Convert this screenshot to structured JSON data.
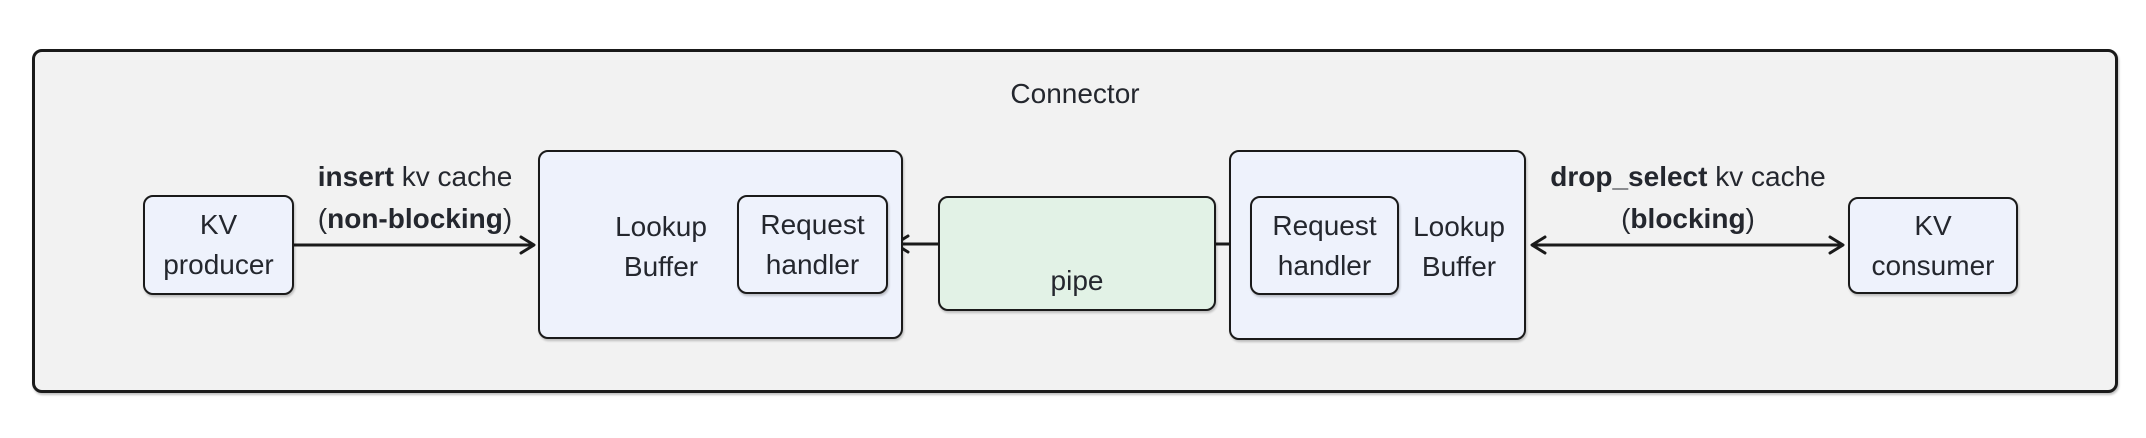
{
  "connector": {
    "title": "Connector"
  },
  "nodes": {
    "kv_producer": {
      "line1": "KV",
      "line2": "producer"
    },
    "lookup_buffer_left": {
      "line1": "Lookup",
      "line2": "Buffer"
    },
    "request_handler_left": {
      "line1": "Request",
      "line2": "handler"
    },
    "pipe": {
      "label": "pipe"
    },
    "request_handler_right": {
      "line1": "Request",
      "line2": "handler"
    },
    "lookup_buffer_right": {
      "line1": "Lookup",
      "line2": "Buffer"
    },
    "kv_consumer": {
      "line1": "KV",
      "line2": "consumer"
    }
  },
  "edges": {
    "insert": {
      "verb": "insert",
      "rest": " kv cache",
      "paren_open": "(",
      "mode": "non-blocking",
      "paren_close": ")"
    },
    "drop_select": {
      "verb": "drop_select",
      "rest": " kv cache",
      "paren_open": "(",
      "mode": "blocking",
      "paren_close": ")"
    }
  },
  "colors": {
    "canvas_bg": "#ffffff",
    "container_fill": "#f2f2f2",
    "node_fill": "#eef2fc",
    "pipe_fill": "#e2f2e6",
    "border": "#1a1a1a",
    "text": "#24272e"
  }
}
